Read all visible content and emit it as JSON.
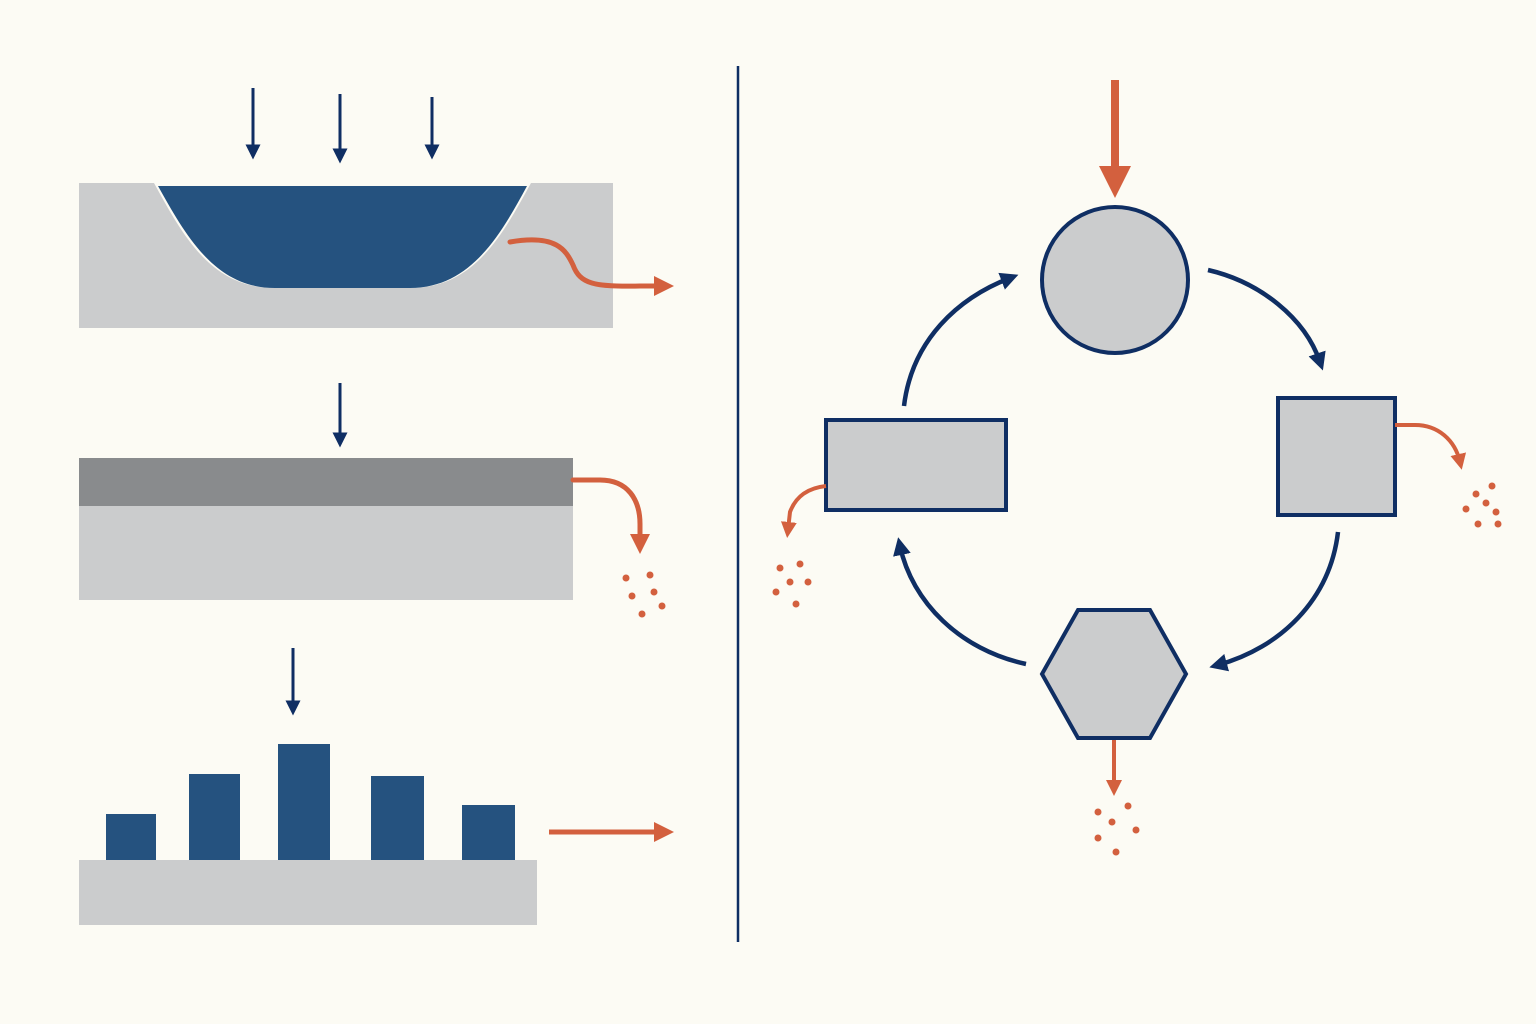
{
  "colors": {
    "background": "#fcfbf4",
    "navy": "#0f2e63",
    "blue": "#25527f",
    "gray": "#cbcccd",
    "dark_gray": "#898b8d",
    "orange": "#d3603e"
  },
  "panels": {
    "left": {
      "basin_diagram": {
        "input_arrow_count": 3
      },
      "layer_diagram": {
        "input_arrow_count": 1
      },
      "bar_diagram": {
        "input_arrow_count": 1,
        "relative_bar_heights": [
          0.4,
          0.74,
          1.0,
          0.72,
          0.47
        ]
      }
    },
    "right": {
      "cycle_nodes": [
        "circle",
        "square",
        "hexagon",
        "rectangle"
      ],
      "cycle_direction": "clockwise"
    }
  }
}
